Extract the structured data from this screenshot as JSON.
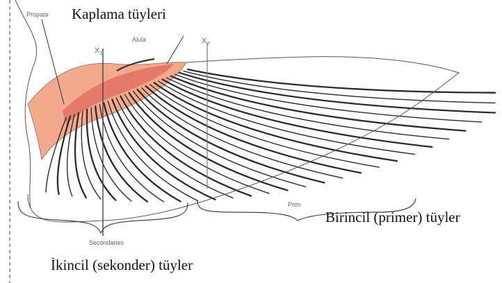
{
  "labels": {
    "coverts": "Kaplama tüyleri",
    "primaries": "Birincil (primer) tüyler",
    "secondaries": "İkincil (sekonder) tüyler"
  },
  "figure_text": {
    "propatagium": "Propata",
    "alula": "Alula",
    "x1": "X",
    "x1_sub": "1",
    "x2": "X",
    "x2_sub": "2",
    "prim": "Prim",
    "secondaries": "Secondaries"
  },
  "colors": {
    "covert_fill": "#f2a98c",
    "covert_dark": "#d9534f",
    "feather_stroke": "#2b2b2b",
    "small_label": "#666666",
    "dashed_line": "#8a8a8a"
  }
}
